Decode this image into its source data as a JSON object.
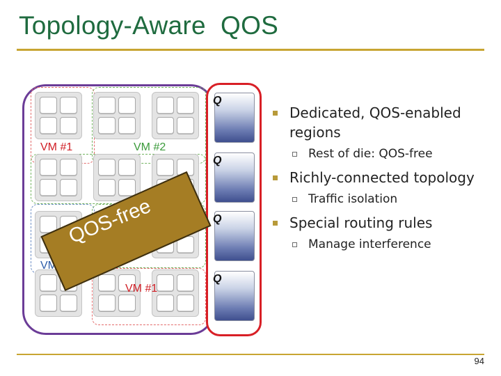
{
  "slide": {
    "title": "Topology-Aware  QOS",
    "page_number": "94"
  },
  "diagram": {
    "vm_labels": {
      "vm1_top": "VM #1",
      "vm2": "VM #2",
      "vm3": "VM #3",
      "vm1_bottom": "VM #1"
    },
    "q_label": "Q",
    "banner_text": "QOS-free",
    "colors": {
      "purple_outline": "#6b3c97",
      "red_outline": "#d81f26",
      "banner": "#a57d24",
      "title": "#1f6b3f",
      "rule": "#c8a532"
    }
  },
  "bullets": [
    {
      "text": "Dedicated, QOS-enabled regions",
      "sub": [
        "Rest of die: QOS-free"
      ]
    },
    {
      "text": "Richly-connected topology",
      "sub": [
        "Traffic isolation"
      ]
    },
    {
      "text": "Special routing rules",
      "sub": [
        "Manage interference"
      ]
    }
  ]
}
